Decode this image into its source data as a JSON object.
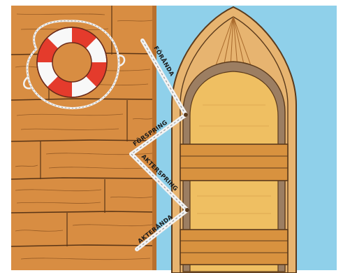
{
  "labels": {
    "foranda": "FÖRÅNDA",
    "forspring": "FÖRSPRING",
    "akterspring": "AKTERSPRING",
    "akteranda": "AKTERÅNDA"
  },
  "colors": {
    "water": "#8fd0ea",
    "dock": "#d88d42",
    "plank_line": "#5a3516",
    "boat_hull": "#e7b470",
    "boat_floor": "#efbf62",
    "boat_outline": "#5b3a1b",
    "lifebuoy_red": "#e43b2c",
    "lifebuoy_white": "#f8f8f8",
    "rope": "#f2f2f2"
  }
}
